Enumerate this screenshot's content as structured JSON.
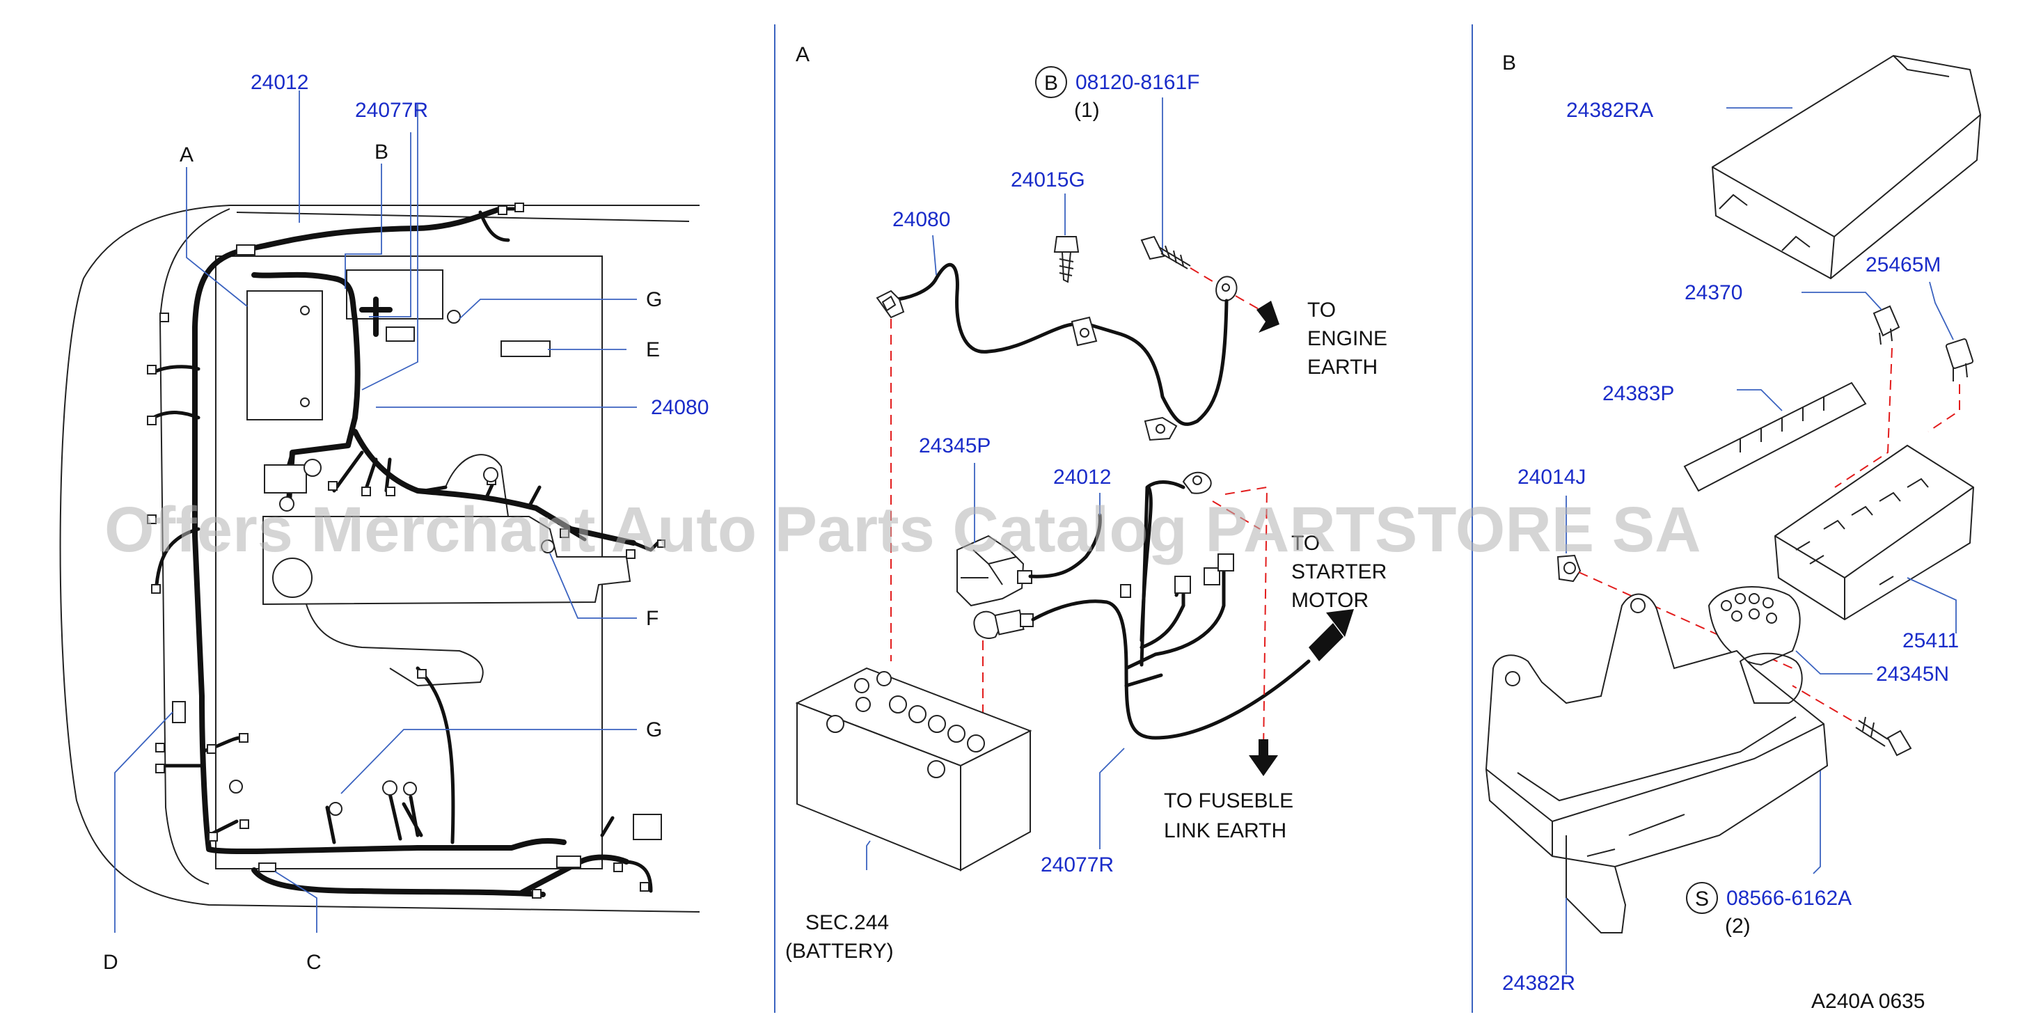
{
  "watermark": "Offers Merchant Auto Parts Catalog PARTSTORE SA",
  "diagram_code": "A240A   0635",
  "panel_main": {
    "part_labels": {
      "p24012": "24012",
      "p24077R": "24077R",
      "p24080": "24080"
    },
    "letters": {
      "A": "A",
      "B": "B",
      "C": "C",
      "D": "D",
      "E": "E",
      "F": "F",
      "G1": "G",
      "G2": "G"
    }
  },
  "panel_a": {
    "title": "A",
    "circle_b": "B",
    "p08120": "08120-8161F",
    "qty1": "(1)",
    "p24015G": "24015G",
    "p24080": "24080",
    "to_engine": [
      "TO",
      "ENGINE",
      "EARTH"
    ],
    "p24345P": "24345P",
    "p24012": "24012",
    "to_starter": [
      "TO",
      "STARTER",
      "MOTOR"
    ],
    "to_fuse": [
      "TO  FUSEBLE",
      "LINK  EARTH"
    ],
    "p24077R": "24077R",
    "battery": [
      "SEC.244",
      "(BATTERY)"
    ]
  },
  "panel_b": {
    "title": "B",
    "p24382RA": "24382RA",
    "p24370": "24370",
    "p25465M": "25465M",
    "p24383P": "24383P",
    "p24014J": "24014J",
    "p25411": "25411",
    "p24345N": "24345N",
    "circle_s": "S",
    "p08566": "08566-6162A",
    "qty2": "(2)",
    "p24382R": "24382R"
  },
  "colors": {
    "part_number": "#1a2cc9",
    "dashed": "#e21c1c",
    "divider": "#3b63c0"
  }
}
